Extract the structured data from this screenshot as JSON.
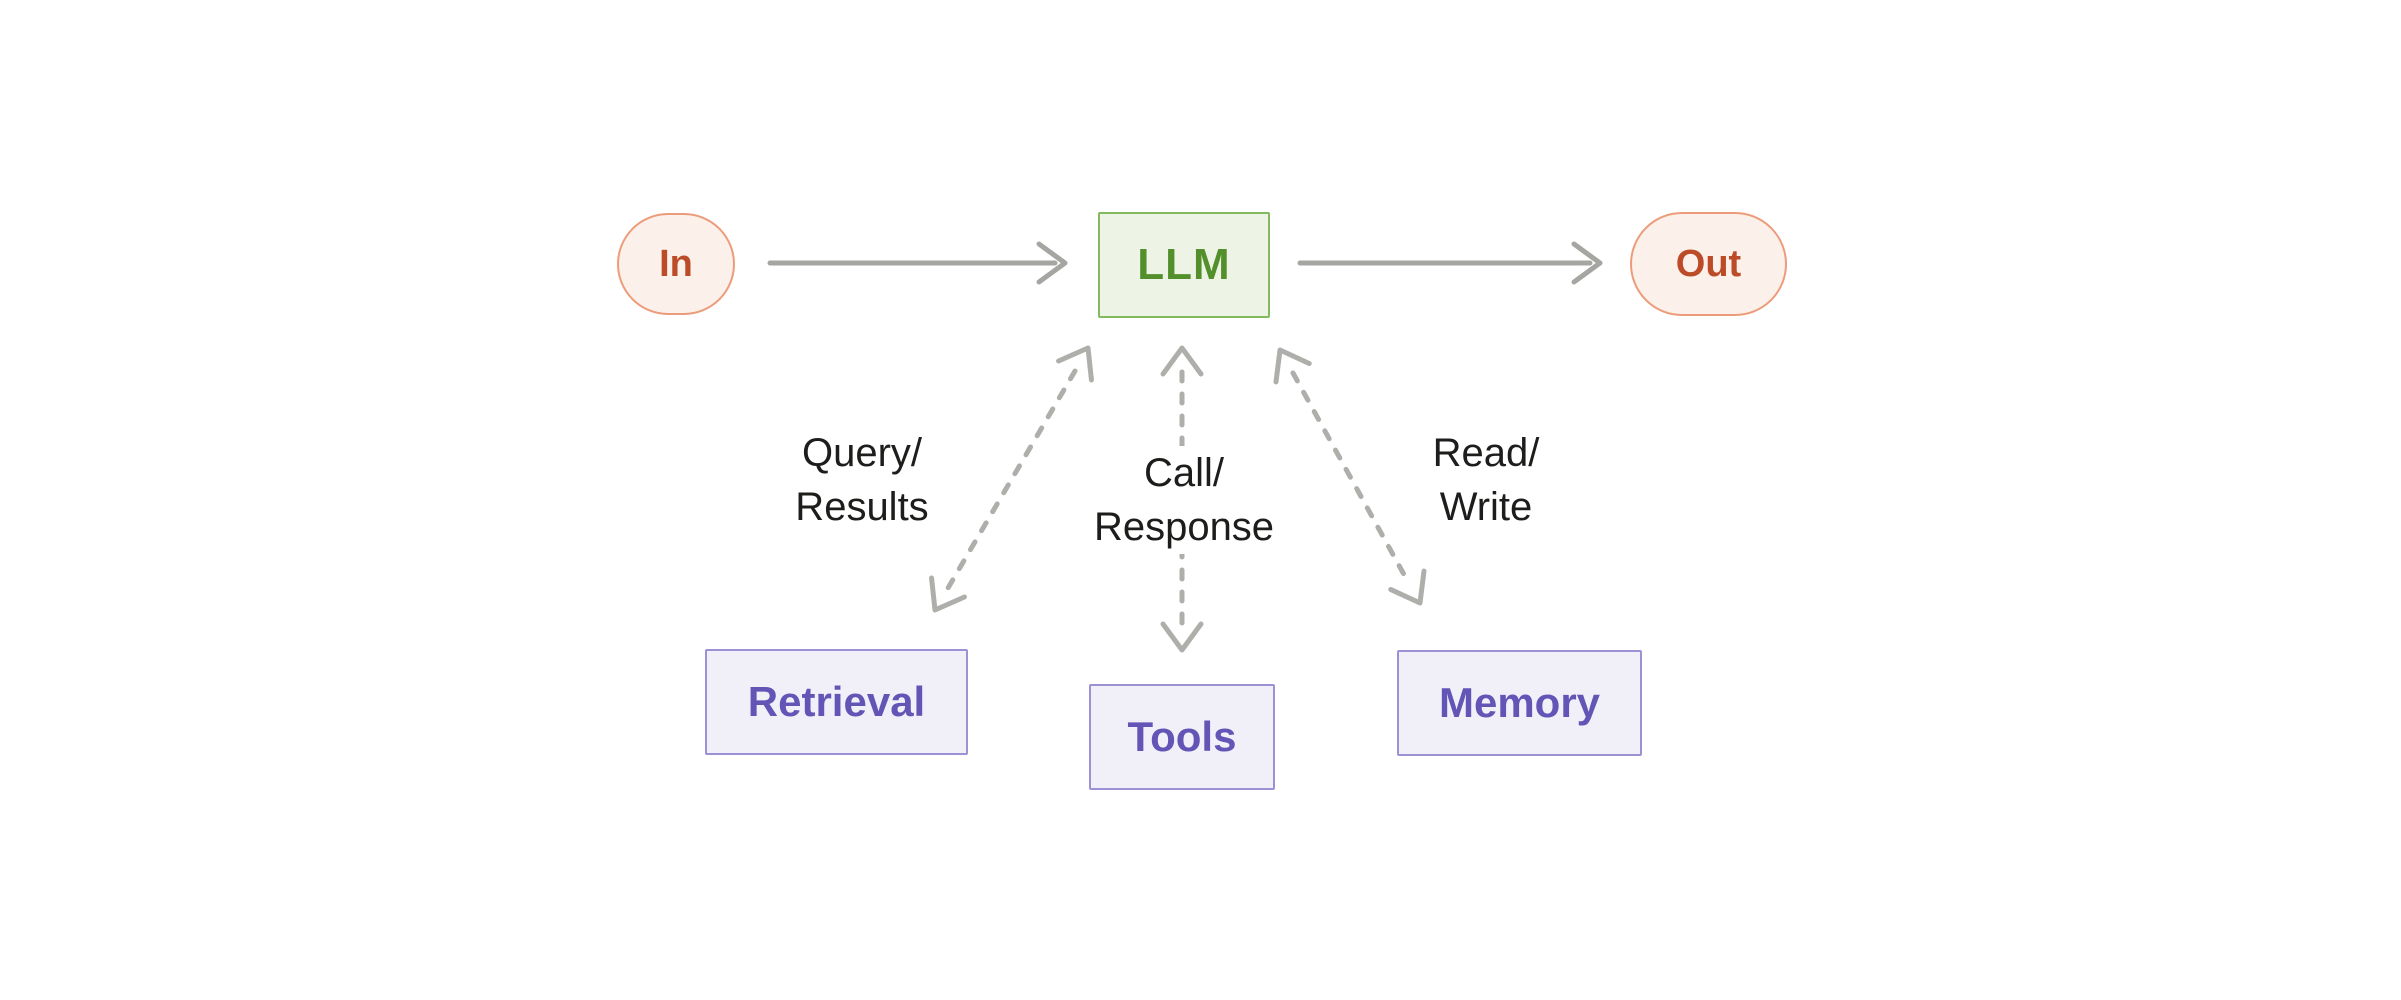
{
  "nodes": {
    "in": {
      "label": "In"
    },
    "llm": {
      "label": "LLM"
    },
    "out": {
      "label": "Out"
    },
    "retrieval": {
      "label": "Retrieval"
    },
    "tools": {
      "label": "Tools"
    },
    "memory": {
      "label": "Memory"
    }
  },
  "edge_labels": {
    "query_results": {
      "line1": "Query/",
      "line2": "Results"
    },
    "call_response": {
      "line1": "Call/",
      "line2": "Response"
    },
    "read_write": {
      "line1": "Read/",
      "line2": "Write"
    }
  },
  "colors": {
    "io_border": "#EC9C7B",
    "io_fill": "#FBF0EA",
    "io_text": "#BC4B28",
    "llm_border": "#84BA5D",
    "llm_fill": "#EDF4E5",
    "llm_text": "#53902C",
    "augmentation_border": "#9B91D5",
    "augmentation_fill": "#F1F0F9",
    "augmentation_text": "#6355B6",
    "solid_arrow": "#A5A5A1",
    "dashed_arrow": "#AEAEAA",
    "label_text": "#1D1D1B",
    "background": "#FFFFFF"
  }
}
